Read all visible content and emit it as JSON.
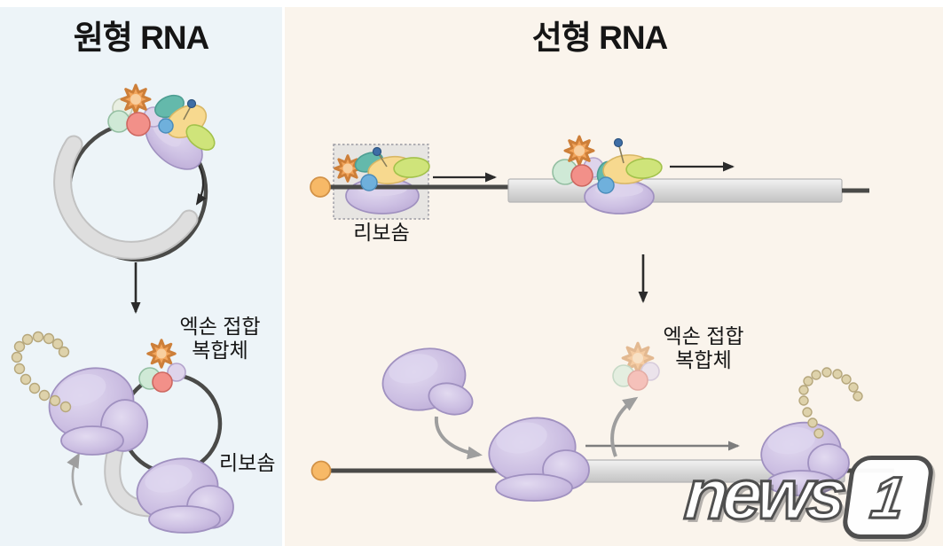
{
  "figure": {
    "left_panel": {
      "title": "원형 RNA"
    },
    "right_panel": {
      "title": "선형 RNA"
    }
  },
  "labels": {
    "left_ejc_line1": "엑손 접합",
    "left_ejc_line2": "복합체",
    "left_ribosome": "리보솜",
    "right_ribosome": "리보솜",
    "right_ejc_line1": "엑손 접합",
    "right_ejc_line2": "복합체"
  },
  "watermark": {
    "word": "news",
    "digit": "1"
  },
  "colors": {
    "left_panel_bg": "#edf4f8",
    "right_panel_bg": "#faf4ec",
    "rna_line": "#4a4a48",
    "exon_bar": "#d9d9d9",
    "ribosome_purple": "#c9bce0",
    "star_orange": "#f2a55c",
    "cap_orange": "#f7b967",
    "ejc_mint": "#cfe9d6",
    "ejc_salmon": "#f29089",
    "ejc_lavender": "#ded4eb",
    "factor_teal": "#64b9ab",
    "factor_yellow": "#f7d98f",
    "factor_green": "#cfe47a",
    "factor_blue": "#6fb0dc",
    "polypeptide_beads": "#ded2ab",
    "arrow_black": "#2b2b2b",
    "arrow_gray": "#9e9e9e"
  }
}
